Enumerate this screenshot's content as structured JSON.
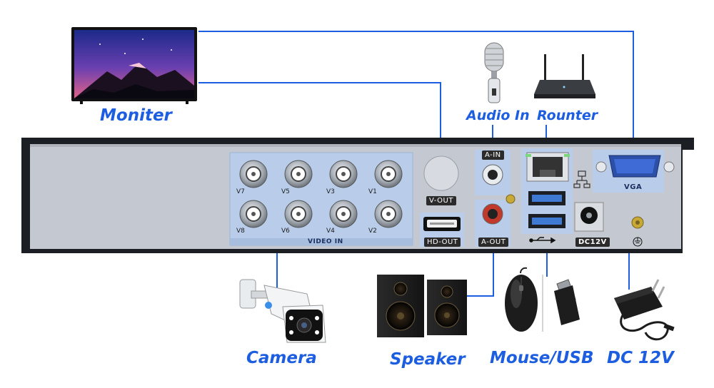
{
  "labels": {
    "monitor": "Moniter",
    "audio_in": "Audio In",
    "router": "Rounter",
    "camera": "Camera",
    "speaker": "Speaker",
    "mouse_usb": "Mouse/USB",
    "dc": "DC 12V"
  },
  "ports": {
    "video_in": "VIDEO IN",
    "v_out": "V-OUT",
    "hd_out": "HD-OUT",
    "a_in": "A-IN",
    "a_out": "A-OUT",
    "vga": "VGA",
    "dc12v": "DC12V"
  },
  "channels": [
    "V7",
    "V5",
    "V3",
    "V1",
    "V8",
    "V6",
    "V4",
    "V2"
  ],
  "colors": {
    "accent": "#1d5ee0",
    "highlight": "#b9cdea",
    "chassis": "#1b1f24",
    "panel": "#c4c9d1"
  },
  "icons": [
    "monitor-icon",
    "microphone-icon",
    "router-icon",
    "camera-icon",
    "speaker-icon",
    "mouse-icon",
    "usb-stick-icon",
    "power-adapter-icon",
    "network-icon",
    "usb-symbol-icon",
    "ground-icon"
  ]
}
